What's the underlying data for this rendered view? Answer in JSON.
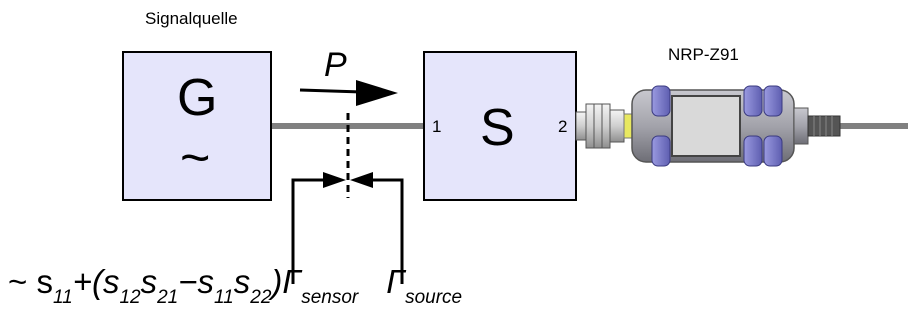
{
  "title": "Signalquelle",
  "generator": {
    "letter": "G",
    "symbol": "~"
  },
  "power_label": "P",
  "sparam_block": {
    "letter": "S",
    "port1": "1",
    "port2": "2"
  },
  "sensor_name": "NRP-Z91",
  "formula": {
    "prefix": "~ s",
    "s11a": "11",
    "plus_paren": "+(s",
    "s12": "12",
    "s_a": "s",
    "s21": "21",
    "minus_s": "−s",
    "s11b": "11",
    "s_b": "s",
    "s22": "22",
    "close_gamma": ")Γ",
    "sensor_sub": "sensor",
    "gamma2": "Γ",
    "source_sub": "source"
  },
  "colors": {
    "block_fill": "#e5e5fb",
    "block_stroke": "#000000",
    "line_gray": "#808080",
    "sensor_body": "#9a9aa3",
    "sensor_pad": "#7a7ac8",
    "connector": "#d8d8d8",
    "yellow_ring": "#e8e860"
  }
}
